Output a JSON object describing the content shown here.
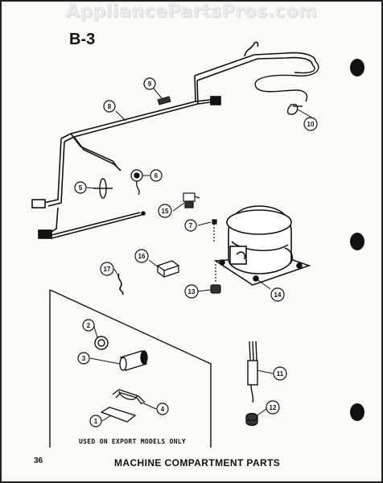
{
  "watermark": "AppliancePartsPros.com",
  "section_label": "B-3",
  "page_number": "36",
  "page_title": "MACHINE COMPARTMENT PARTS",
  "export_note": "USED ON EXPORT MODELS ONLY",
  "callouts": {
    "c1": "1",
    "c2": "2",
    "c3": "3",
    "c4": "4",
    "c5": "5",
    "c6": "6",
    "c7": "7",
    "c8": "8",
    "c9": "9",
    "c10": "10",
    "c11": "11",
    "c12": "12",
    "c13": "13",
    "c14": "14",
    "c15": "15",
    "c16": "16",
    "c17": "17"
  }
}
